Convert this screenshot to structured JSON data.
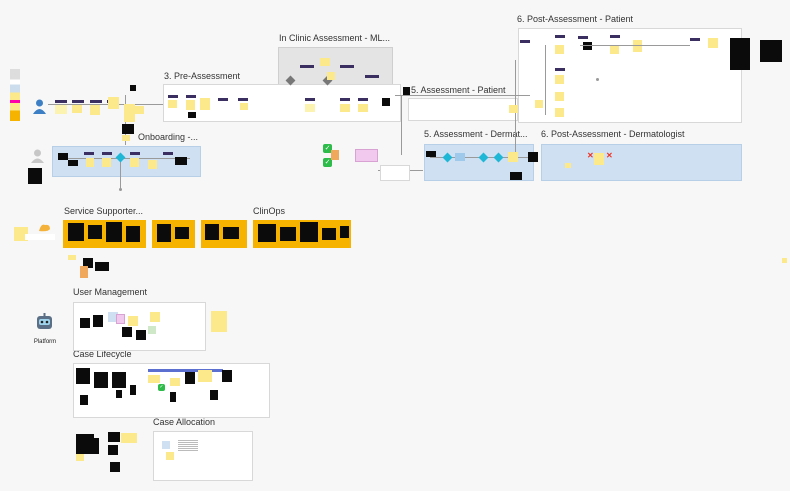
{
  "frames": {
    "in_clinic": "In Clinic Assessment - ML...",
    "pre_assessment": "3. Pre-Assessment",
    "onboarding": "Onboarding -...",
    "assessment_patient": "5. Assessment - Patient",
    "assessment_derm": "5. Assessment - Dermat...",
    "post_patient": "6. Post-Assessment - Patient",
    "post_derm": "6. Post-Assessment - Dermatologist",
    "service_supporter": "Service Supporter...",
    "clinops": "ClinOps",
    "user_management": "User Management",
    "case_lifecycle": "Case Lifecycle",
    "case_allocation": "Case Allocation"
  },
  "personas": {
    "platform": "Platform"
  },
  "colors": {
    "sticky": "#fbe98b",
    "orange": "#f6b400",
    "blue_frame": "#cfe0f3",
    "decision": "#1fb7d6",
    "check": "#2dbb4a"
  }
}
